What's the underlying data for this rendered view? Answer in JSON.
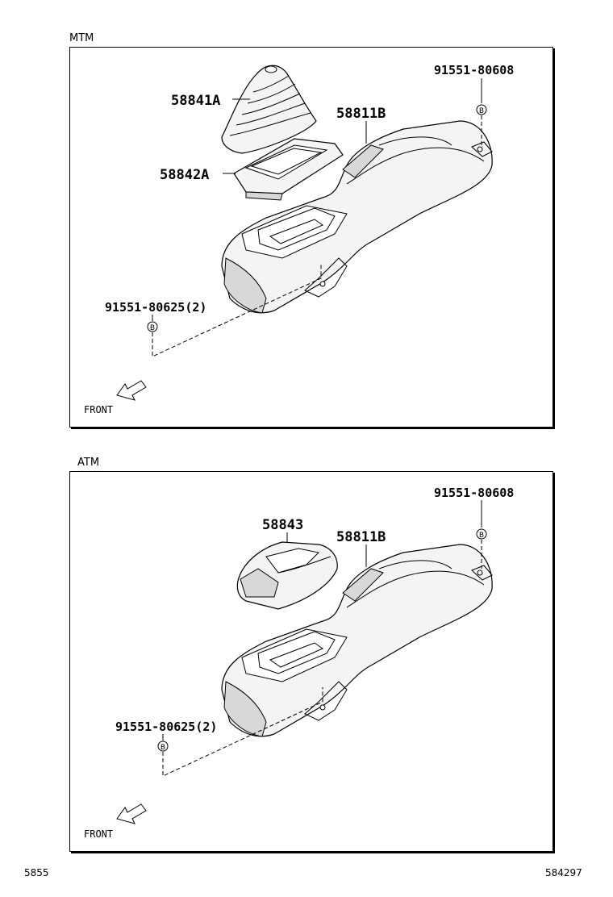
{
  "sections": [
    {
      "label": "MTM",
      "parts": {
        "boot": "58841A",
        "bezel": "58842A",
        "console": "58811B",
        "screw_top": "91551-80608",
        "screw_bottom": "91551-80625(2)"
      },
      "callout_marker": "B",
      "front_label": "FRONT"
    },
    {
      "label": "ATM",
      "parts": {
        "cover": "58843",
        "console": "58811B",
        "screw_top": "91551-80608",
        "screw_bottom": "91551-80625(2)"
      },
      "callout_marker": "B",
      "front_label": "FRONT"
    }
  ],
  "footer": {
    "left": "5855",
    "right": "584297"
  }
}
